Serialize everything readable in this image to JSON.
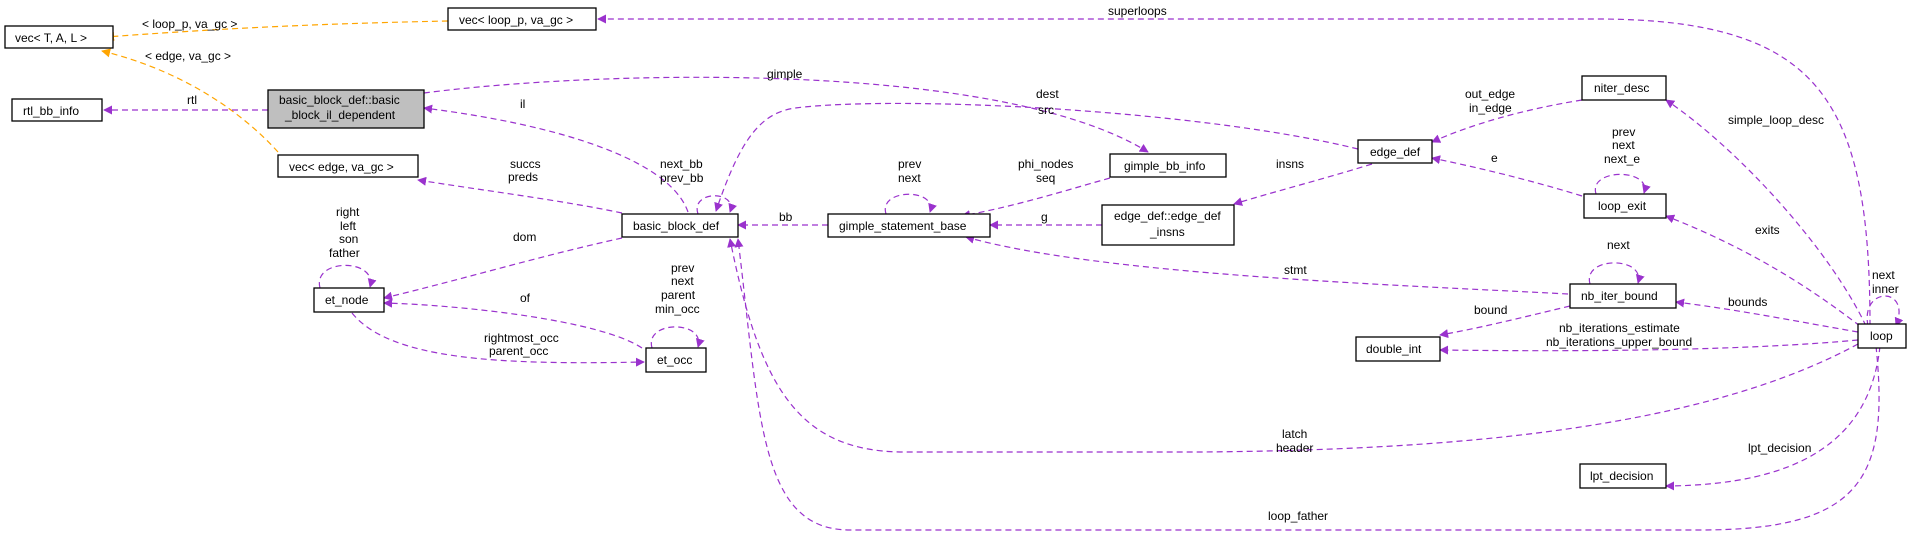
{
  "diagram": {
    "colors": {
      "member_edge": "#9a32cd",
      "template_edge": "#ffa500",
      "node_border": "#000000",
      "highlight_fill": "#bfbfbf"
    },
    "nodes": {
      "vec_tal": "vec< T, A, L >",
      "rtl_bb_info": "rtl_bb_info",
      "bb_il_dep_l1": "basic_block_def::basic",
      "bb_il_dep_l2": "_block_il_dependent",
      "vec_loop": "vec< loop_p, va_gc >",
      "vec_edge": "vec< edge, va_gc >",
      "bbdef": "basic_block_def",
      "etnode": "et_node",
      "etocc": "et_occ",
      "gsb": "gimple_statement_base",
      "gbbinfo": "gimple_bb_info",
      "edgedef": "edge_def",
      "edgeinsns_l1": "edge_def::edge_def",
      "edgeinsns_l2": "_insns",
      "niter": "niter_desc",
      "loopexit": "loop_exit",
      "nbiter": "nb_iter_bound",
      "dint": "double_int",
      "loop": "loop",
      "lpt": "lpt_decision"
    },
    "labels": {
      "loop_p_va_gc": "< loop_p, va_gc >",
      "edge_va_gc": "< edge, va_gc >",
      "rtl": "rtl",
      "il": "il",
      "gimple": "gimple",
      "superloops": "superloops",
      "succs": "succs",
      "preds": "preds",
      "next_bb": "next_bb",
      "prev_bb": "prev_bb",
      "dest": "dest",
      "src": "src",
      "bb": "bb",
      "phi_nodes": "phi_nodes",
      "seq": "seq",
      "prev": "prev",
      "next": "next",
      "g": "g",
      "insns": "insns",
      "out_edge": "out_edge",
      "in_edge": "in_edge",
      "simple_loop_desc": "simple_loop_desc",
      "lex_prev": "prev",
      "lex_next": "next",
      "lex_next_e": "next_e",
      "e": "e",
      "exits": "exits",
      "right": "right",
      "left": "left",
      "son": "son",
      "father": "father",
      "dom": "dom",
      "of": "of",
      "occ_prev": "prev",
      "occ_next": "next",
      "occ_parent": "parent",
      "occ_min_occ": "min_occ",
      "rightmost_occ": "rightmost_occ",
      "parent_occ": "parent_occ",
      "stmt": "stmt",
      "nb_next": "next",
      "bound": "bound",
      "bounds": "bounds",
      "nb_iterations_estimate": "nb_iterations_estimate",
      "nb_iterations_upper_bound": "nb_iterations_upper_bound",
      "loop_next": "next",
      "loop_inner": "inner",
      "latch": "latch",
      "header": "header",
      "lpt_decision": "lpt_decision",
      "loop_father": "loop_father"
    }
  }
}
